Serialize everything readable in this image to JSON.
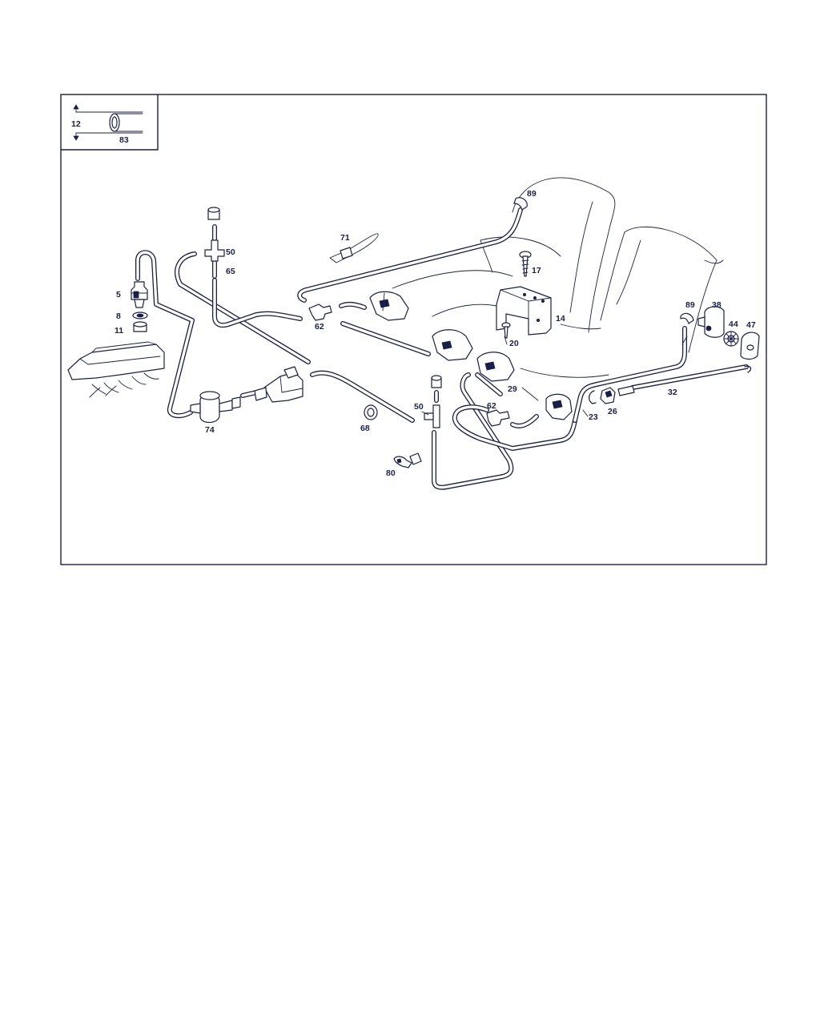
{
  "inset": {
    "dim_label": "12",
    "part_label": "83"
  },
  "callouts": {
    "p5": "5",
    "p8": "8",
    "p11": "11",
    "p50a": "50",
    "p65": "65",
    "p71": "71",
    "p62a": "62",
    "p89a": "89",
    "p17": "17",
    "p14": "14",
    "p20": "20",
    "p89b": "89",
    "p38": "38",
    "p44": "44",
    "p47": "47",
    "p74": "74",
    "p68": "68",
    "p50b": "50",
    "p62b": "62",
    "p29": "29",
    "p23": "23",
    "p26": "26",
    "p32": "32",
    "p80": "80"
  },
  "colors": {
    "ink": "#1a1f4a",
    "background": "#ffffff"
  }
}
